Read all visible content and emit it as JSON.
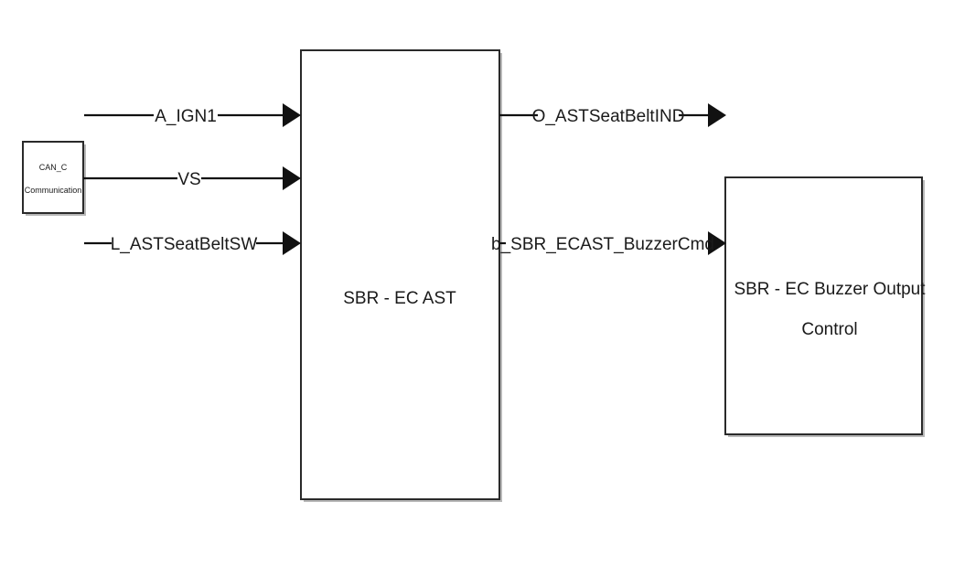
{
  "blocks": {
    "can_comm": {
      "line1": "CAN_C",
      "line2": "Communication"
    },
    "ec_ast": {
      "label": "SBR - EC AST"
    },
    "buzzer": {
      "line1": "SBR - EC Buzzer Output",
      "line2": "Control"
    }
  },
  "signals": {
    "inputs": [
      "A_IGN1",
      "VS",
      "L_ASTSeatBeltSW"
    ],
    "outputs": [
      "O_ASTSeatBeltIND",
      "b_SBR_ECAST_BuzzerCmd"
    ]
  }
}
